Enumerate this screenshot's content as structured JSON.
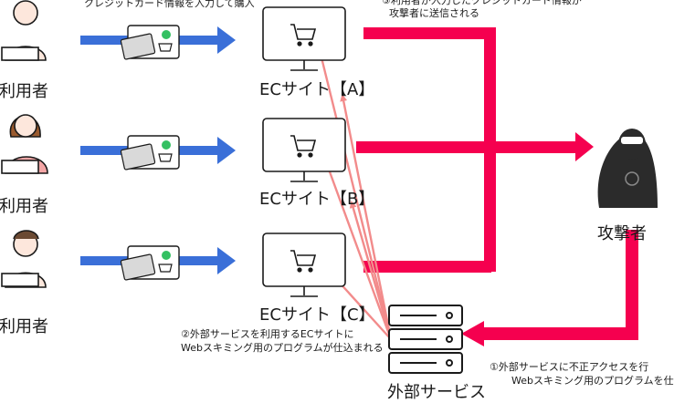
{
  "labels": {
    "purchase_caption": "クレジットカード情報を入力して購入",
    "step3_caption_l1": "③利用者が入力したクレジットカード情報が",
    "step3_caption_l2": "攻撃者に送信される",
    "step2_caption_l1": "②外部サービスを利用するECサイトに",
    "step2_caption_l2": "Webスキミング用のプログラムが仕込まれる",
    "step1_caption_l1": "①外部サービスに不正アクセスを行",
    "step1_caption_l2": "Webスキミング用のプログラムを仕",
    "user_label": "利用者",
    "site_a": "ECサイト【A】",
    "site_b": "ECサイト【B】",
    "site_c": "ECサイト【C】",
    "attacker_label": "攻撃者",
    "external_service_label": "外部サービス"
  },
  "colors": {
    "blue_arrow": "#3a6fd8",
    "magenta_arrow": "#f5004f",
    "pink_arrow": "#f28b8b",
    "outline": "#1a1a1a",
    "skin": "#fde7dc",
    "user2_shirt": "#f4a6a6",
    "hair_brown": "#9a5a2e",
    "attacker_dark": "#2b2b2b",
    "card_green": "#34c062"
  },
  "icons": [
    "user-icon",
    "laptop-card-icon",
    "monitor-cart-icon",
    "server-icon",
    "hacker-icon",
    "check-icon"
  ]
}
